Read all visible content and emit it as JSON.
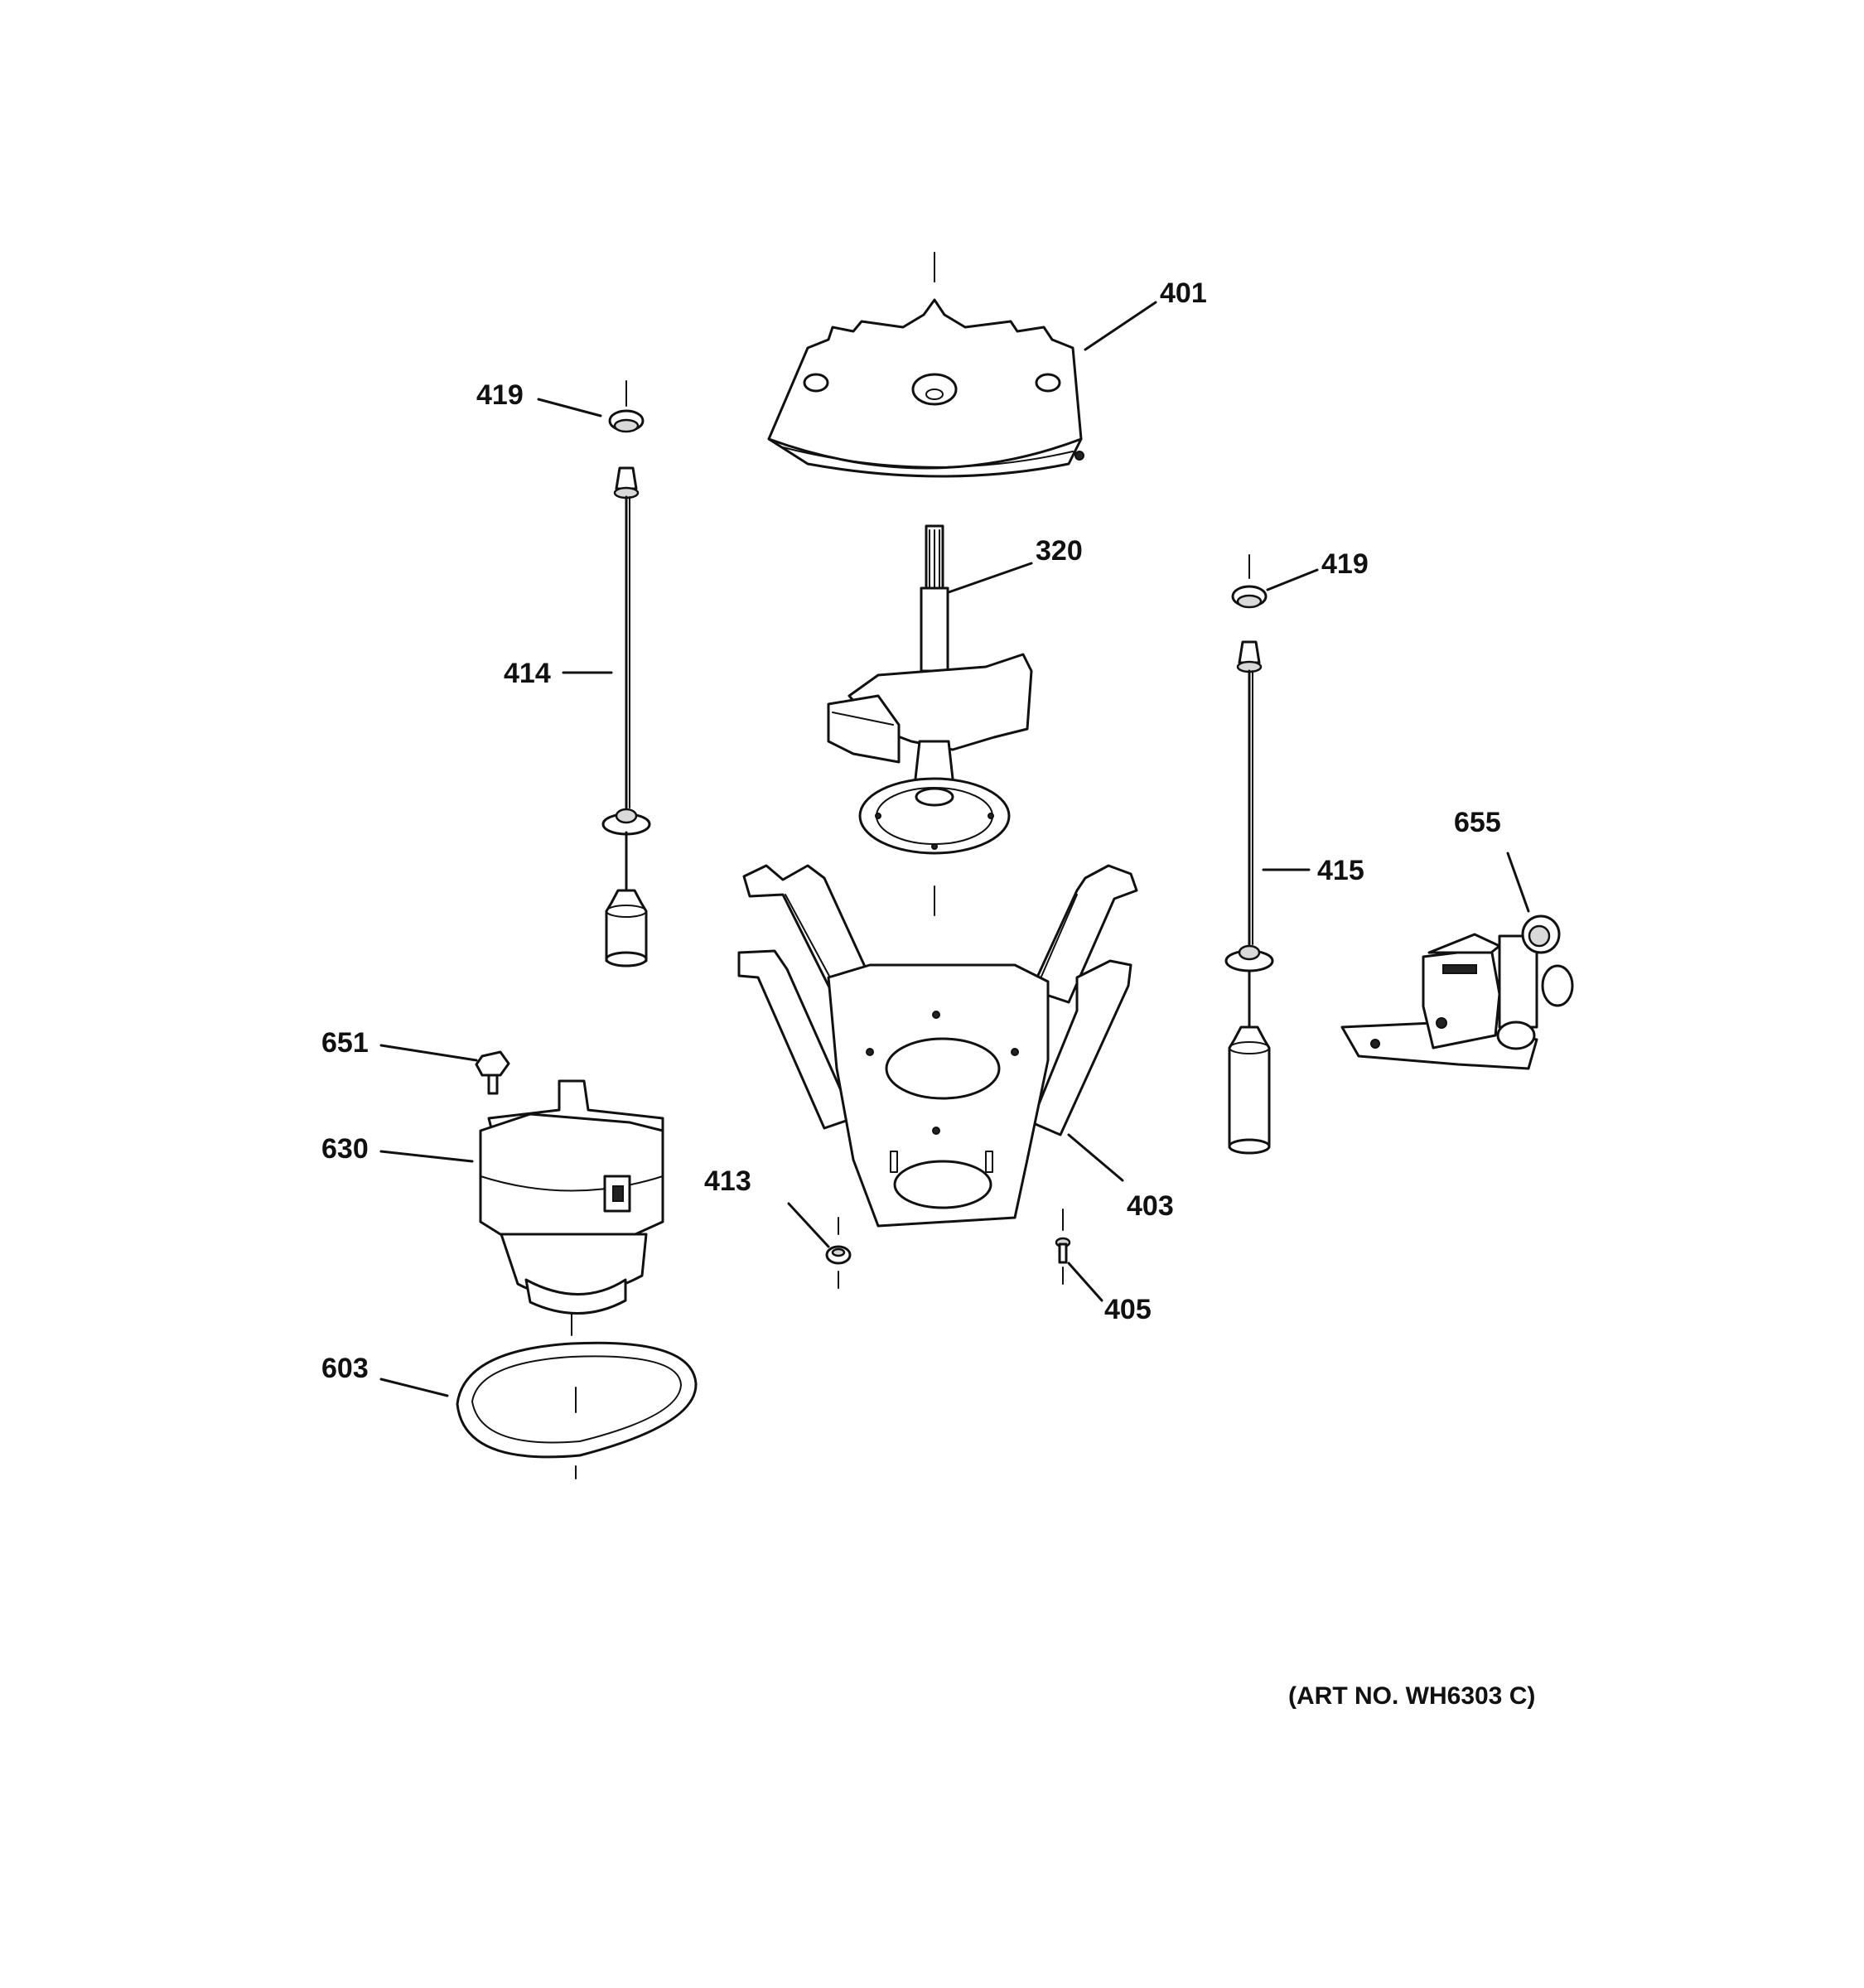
{
  "callouts": {
    "c401": "401",
    "c419a": "419",
    "c419b": "419",
    "c320": "320",
    "c414": "414",
    "c415": "415",
    "c655": "655",
    "c651": "651",
    "c630": "630",
    "c413": "413",
    "c403": "403",
    "c405": "405",
    "c603": "603"
  },
  "art_number": "(ART NO. WH6303 C)"
}
